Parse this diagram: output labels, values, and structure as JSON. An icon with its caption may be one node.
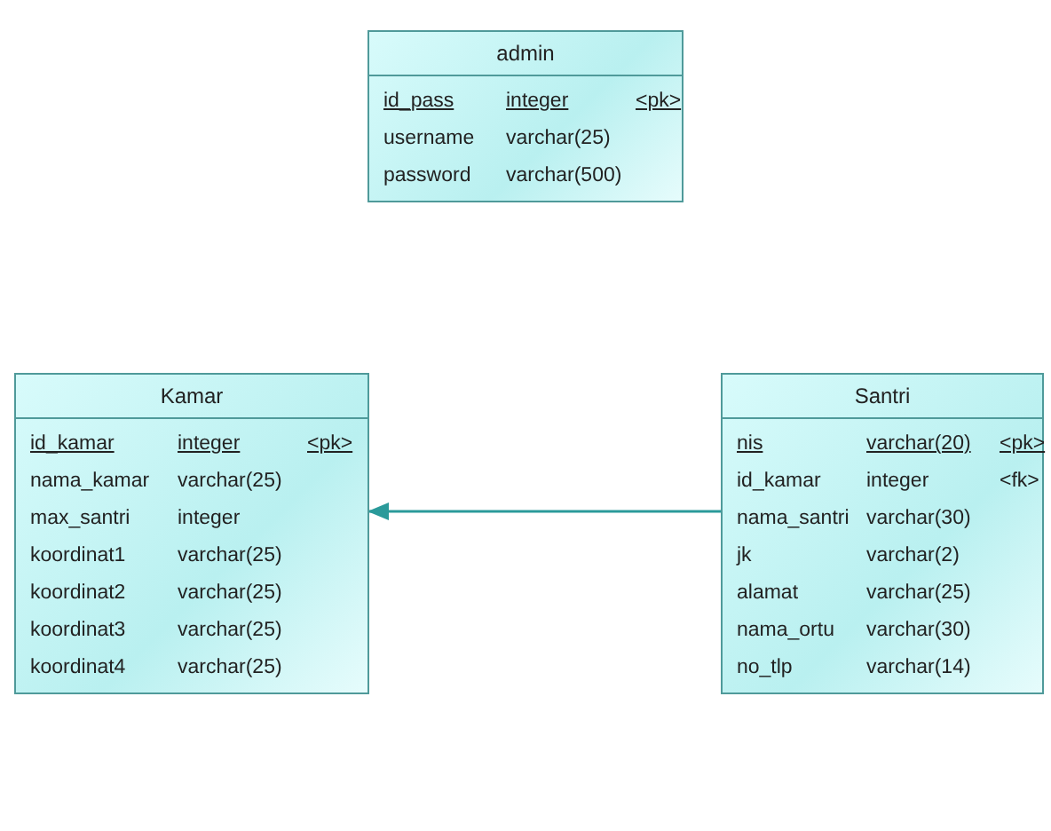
{
  "diagram": {
    "nodes": [
      {
        "text": [
          "admin",
          "id_pass",
          "integer",
          "<pk>",
          "username",
          "varchar(25)",
          "password",
          "varchar(500)"
        ]
      },
      {
        "text": [
          "Kamar",
          "id_kamar",
          "integer",
          "<pk>",
          "nama_kamar",
          "varchar(25)",
          "max_santri",
          "integer",
          "koordinat1",
          "varchar(25)",
          "koordinat2",
          "varchar(25)",
          "koordinat3",
          "varchar(25)",
          "koordinat4",
          "varchar(25)"
        ]
      },
      {
        "text": [
          "Santri",
          "nis",
          "varchar(20)",
          "<pk>",
          "id_kamar",
          "integer",
          "<fk>",
          "nama_santri",
          "varchar(30)",
          "jk",
          "varchar(2)",
          "alamat",
          "varchar(25)",
          "nama_ortu",
          "varchar(30)",
          "no_tlp",
          "varchar(14)"
        ]
      }
    ],
    "edges": [
      {
        "from": 2,
        "to": 1,
        "arrow": "to"
      }
    ]
  }
}
